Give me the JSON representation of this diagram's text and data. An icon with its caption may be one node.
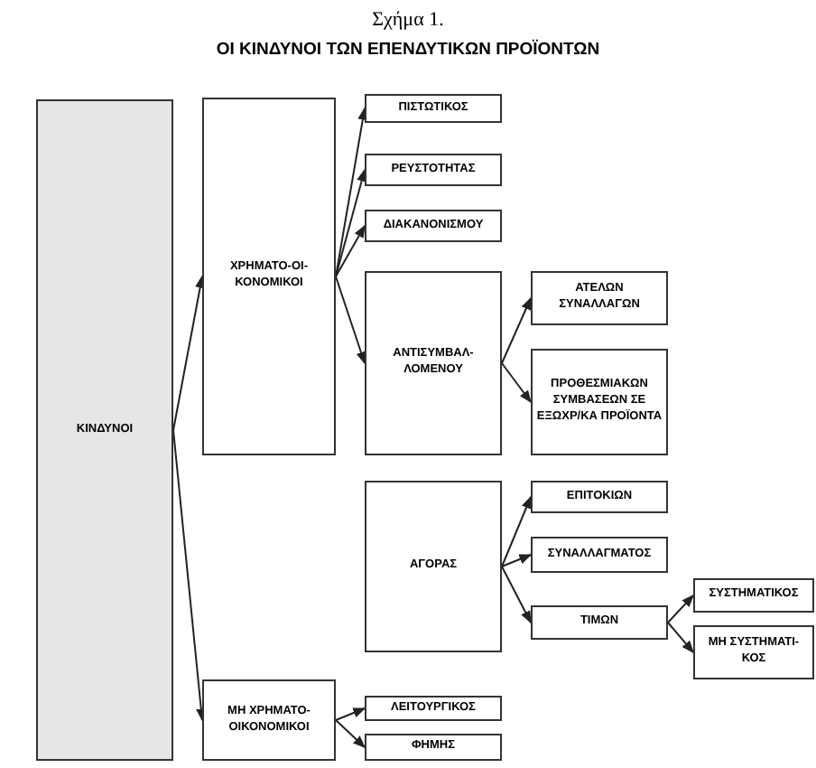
{
  "diagram": {
    "title": "ΟΙ ΚΙΝΔΥΝΟΙ ΤΩΝ ΕΠΕΝΔΥΤΙΚΩΝ ΠΡΟΪΟΝΤΩΝ",
    "nodes": [
      {
        "text": [
          "ΚΙΝΔΥΝΟΙ"
        ]
      },
      {
        "text": [
          "ΧΡΗΜΑΤΟ-ΟΙ- ΚΟΝΟΜΙΚΟΙ"
        ]
      },
      {
        "text": [
          "ΠΙΣΤΩΤΙΚΟΣ"
        ]
      },
      {
        "text": [
          "ΡΕΥΣΤΟΤΗΤΑΣ"
        ]
      },
      {
        "text": [
          "ΔΙΑΚΑΝΟΝΙΣΜΟΥ"
        ]
      },
      {
        "text": [
          "ΑΝΤΙΣΥΜΒΑΛ- ΛΟΜΕΝΟΥ"
        ]
      },
      {
        "text": [
          "ΑΤΕΛΩΝ ΣΥΝΑΛΛΑΓΩΝ"
        ]
      },
      {
        "text": [
          "ΠΡΟΘΕΣΜΙΑΚΩΝ ΣΥΜΒΑΣΕΩΝ ΣΕ ΕΞΩΧΡ/ΚΑ ΠΡΟΪΟΝΤΑ"
        ]
      },
      {
        "text": [
          "ΑΓΟΡΑΣ"
        ]
      },
      {
        "text": [
          "ΕΠΙΤΟΚΙΩΝ"
        ]
      },
      {
        "text": [
          "ΣΥΝΑΛΛΑΓΜΑΤΟΣ"
        ]
      },
      {
        "text": [
          "ΤΙΜΩΝ"
        ]
      },
      {
        "text": [
          "ΣΥΣΤΗΜΑΤΙΚΟΣ"
        ]
      },
      {
        "text": [
          "ΜΗ ΣΥΣΤΗΜΑΤΙ- ΚΟΣ"
        ]
      },
      {
        "text": [
          "ΜΗ ΧΡΗΜΑΤΟ- ΟΙΚΟΝΟΜΙΚΟΙ"
        ]
      },
      {
        "text": [
          "ΛΕΙΤΟΥΡΓΙΚΟΣ"
        ]
      },
      {
        "text": [
          "ΦΗΜΗΣ"
        ]
      }
    ],
    "edges": [
      {
        "from": 0,
        "to": 1,
        "arrow": "to"
      },
      {
        "from": 0,
        "to": 14,
        "arrow": "to"
      },
      {
        "from": 1,
        "to": 2,
        "arrow": "to"
      },
      {
        "from": 1,
        "to": 3,
        "arrow": "to"
      },
      {
        "from": 1,
        "to": 4,
        "arrow": "to"
      },
      {
        "from": 1,
        "to": 5,
        "arrow": "to"
      },
      {
        "from": 5,
        "to": 6,
        "arrow": "to"
      },
      {
        "from": 5,
        "to": 7,
        "arrow": "to"
      },
      {
        "from": 8,
        "to": 9,
        "arrow": "to"
      },
      {
        "from": 8,
        "to": 10,
        "arrow": "to"
      },
      {
        "from": 8,
        "to": 11,
        "arrow": "to"
      },
      {
        "from": 11,
        "to": 12,
        "arrow": "to"
      },
      {
        "from": 11,
        "to": 13,
        "arrow": "to"
      },
      {
        "from": 14,
        "to": 15,
        "arrow": "to"
      },
      {
        "from": 14,
        "to": 16,
        "arrow": "to"
      }
    ],
    "labels": [
      "Σχήμα 1."
    ]
  }
}
